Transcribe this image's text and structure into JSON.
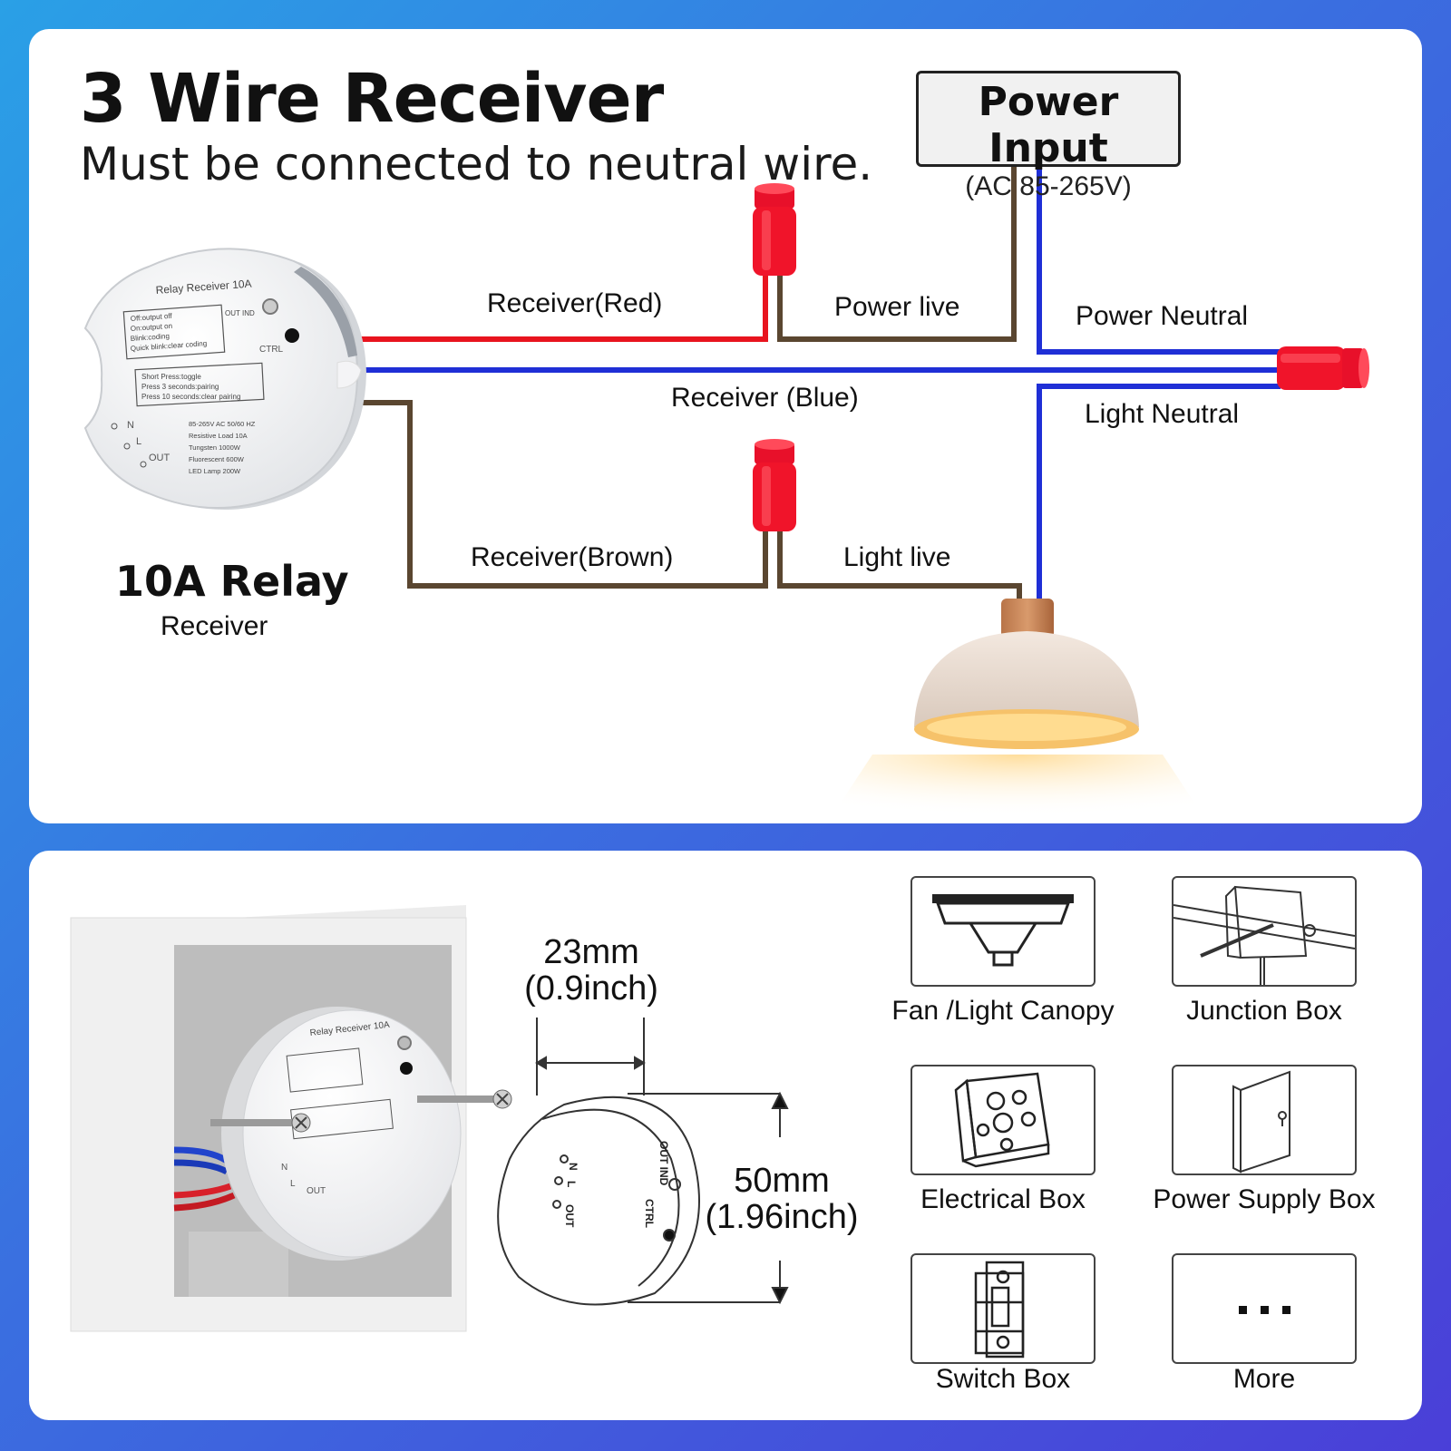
{
  "header": {
    "title": "3 Wire Receiver",
    "subtitle": "Must be connected to neutral wire."
  },
  "power_input": {
    "title": "Power Input",
    "range": "(AC 85-265V)"
  },
  "wire_labels": {
    "receiver_red": "Receiver(Red)",
    "power_live": "Power live",
    "power_neutral": "Power Neutral",
    "receiver_blue": "Receiver (Blue)",
    "light_neutral": "Light Neutral",
    "receiver_brown": "Receiver(Brown)",
    "light_live": "Light live"
  },
  "relay": {
    "title": "10A Relay",
    "subtitle": "Receiver",
    "device_label": "Relay Receiver 10A",
    "led_label": "OUT IND",
    "status_text": [
      "Off:output off",
      "On:output on",
      "Blink:coding",
      "Quick blink:clear coding"
    ],
    "button_text": [
      "Short Press:toggle",
      "Press 3 seconds:pairing",
      "Press 10 seconds:clear pairing"
    ],
    "ctrl_label": "CTRL",
    "terminals": [
      "N",
      "L",
      "OUT"
    ],
    "specs": [
      "85-265V AC  50/60 HZ",
      "Resistive Load 10A",
      "Tungsten      1000W",
      "Fluorescent    600W",
      "LED Lamp       200W"
    ]
  },
  "dimensions": {
    "depth": "23mm",
    "depth_inch": "(0.9inch)",
    "diameter": "50mm",
    "diameter_inch": "(1.96inch)",
    "outline_labels": [
      "N",
      "L",
      "OUT",
      "OUT IND",
      "CTRL"
    ]
  },
  "installations": [
    {
      "label": "Fan /Light Canopy",
      "icon": "fan-canopy-icon"
    },
    {
      "label": "Junction Box",
      "icon": "junction-box-icon"
    },
    {
      "label": "Electrical Box",
      "icon": "electrical-box-icon"
    },
    {
      "label": "Power Supply Box",
      "icon": "power-supply-box-icon"
    },
    {
      "label": "Switch Box",
      "icon": "switch-box-icon"
    },
    {
      "label": "More",
      "icon": "more-icon"
    }
  ],
  "colors": {
    "red_wire": "#e8141e",
    "blue_wire": "#1f2fd6",
    "brown_wire": "#5a4630",
    "connector": "#f0142a"
  }
}
